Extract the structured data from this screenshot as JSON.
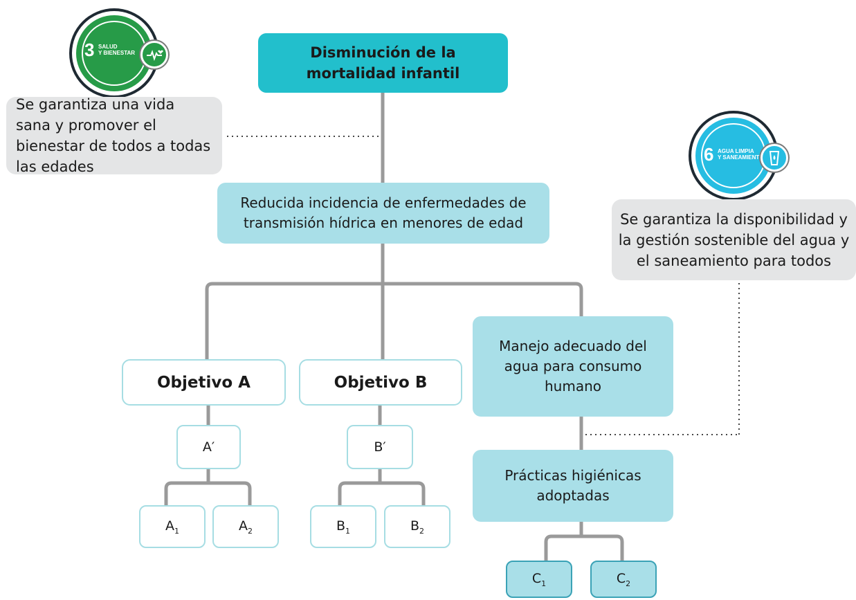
{
  "goal": {
    "label": "Disminución de la mortalidad infantil"
  },
  "outcome": {
    "label": "Reducida incidencia de enfermedades de transmisión hídrica en menores de edad"
  },
  "objectives": {
    "a": {
      "label": "Objetivo A",
      "sub": "A′",
      "leaf1": "A",
      "leaf1_sub": "1",
      "leaf2": "A",
      "leaf2_sub": "2"
    },
    "b": {
      "label": "Objetivo B",
      "sub": "B′",
      "leaf1": "B",
      "leaf1_sub": "1",
      "leaf2": "B",
      "leaf2_sub": "2"
    },
    "c": {
      "label": "Manejo adecuado del agua para consumo humano",
      "sub": "Prácticas higiénicas adoptadas",
      "leaf1": "C",
      "leaf1_sub": "1",
      "leaf2": "C",
      "leaf2_sub": "2"
    }
  },
  "sdg3": {
    "number": "3",
    "line1": "SALUD",
    "line2": "Y BIENESTAR",
    "color": "#279b48",
    "note": "Se garantiza una vida sana y promover el bienestar de todos a todas las edades"
  },
  "sdg6": {
    "number": "6",
    "line1": "AGUA LIMPIA",
    "line2": "Y SANEAMIENTO",
    "color": "#26bde2",
    "note": "Se garantiza la disponibilidad y la gestión sostenible del agua y el saneamiento para todos"
  }
}
